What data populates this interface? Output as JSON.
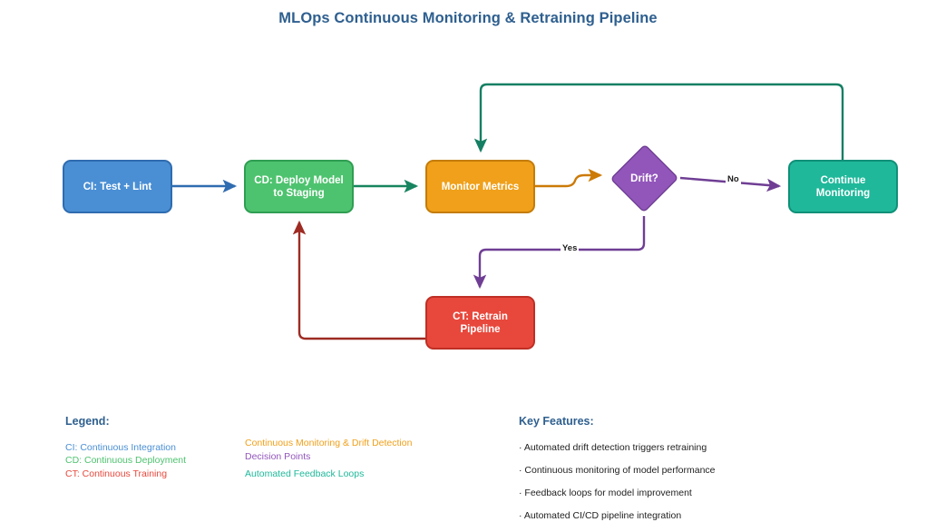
{
  "title": "MLOps Continuous Monitoring & Retraining Pipeline",
  "nodes": {
    "ci": {
      "label": "CI: Test + Lint",
      "color": "#4a8fd4"
    },
    "cd": {
      "label": "CD: Deploy Model to Staging",
      "color": "#4ec36f"
    },
    "monitor": {
      "label": "Monitor Metrics",
      "color": "#f0a01a"
    },
    "decision": {
      "label": "Drift?",
      "color": "#9256bb"
    },
    "continue": {
      "label": "Continue Monitoring",
      "color": "#1fb89a"
    },
    "retrain": {
      "label": "CT: Retrain Pipeline",
      "color": "#e8483c"
    }
  },
  "edge_labels": {
    "no": "No",
    "yes": "Yes"
  },
  "legend": {
    "heading": "Legend:",
    "left_items": [
      {
        "text": "CI: Continuous Integration",
        "color": "#4a8fd4"
      },
      {
        "text": "CD: Continuous Deployment",
        "color": "#4ec36f"
      },
      {
        "text": "CT: Continuous Training",
        "color": "#e8483c"
      }
    ],
    "right_items": [
      {
        "text": "Continuous Monitoring & Drift Detection",
        "color": "#f0a01a"
      },
      {
        "text": "Decision Points",
        "color": "#9256bb"
      },
      {
        "text": "Automated Feedback Loops",
        "color": "#1fb89a"
      }
    ]
  },
  "key_features": {
    "heading": "Key Features:",
    "items": [
      "· Automated drift detection triggers retraining",
      "· Continuous monitoring of model performance",
      "· Feedback loops for model improvement",
      "· Automated CI/CD pipeline integration"
    ]
  }
}
